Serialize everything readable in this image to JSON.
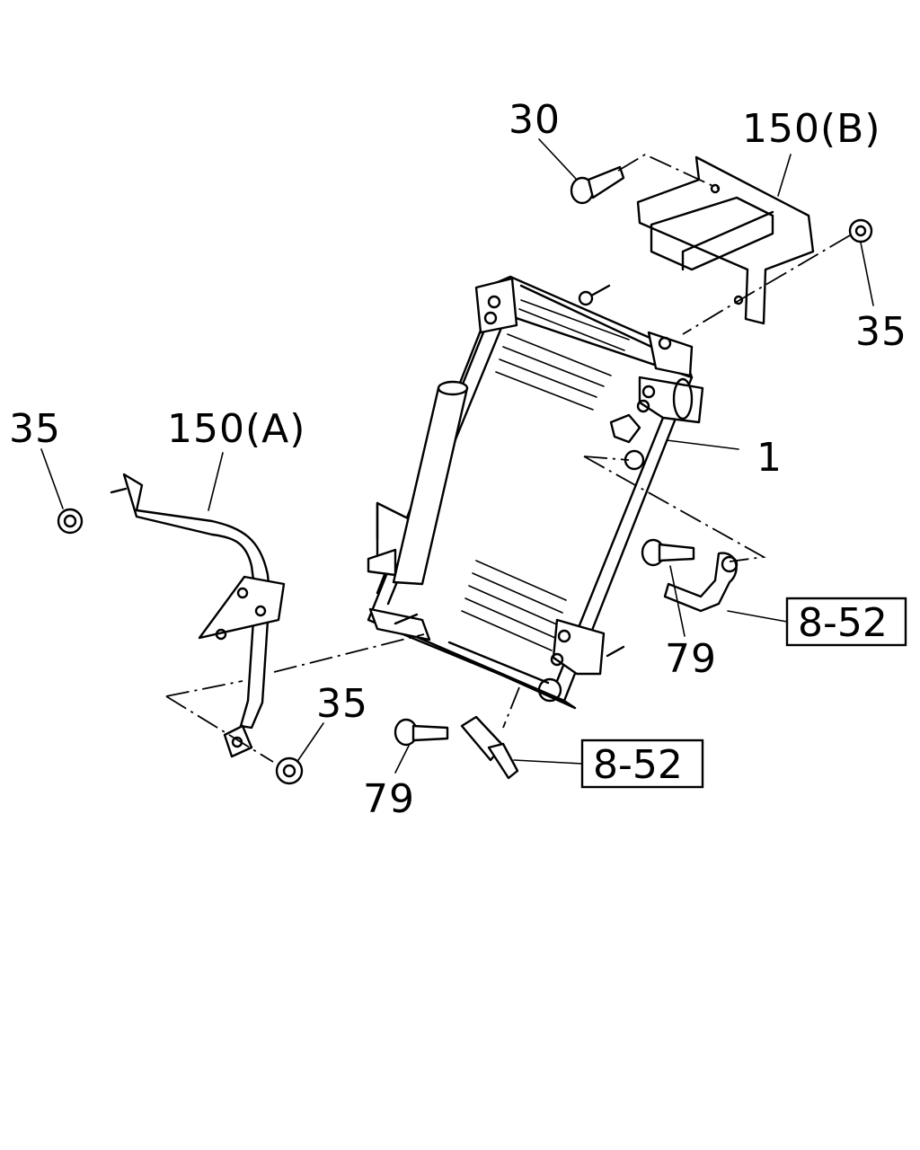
{
  "labels": {
    "l30": "30",
    "l150b": "150(B)",
    "l35_top": "35",
    "l35_left": "35",
    "l150a": "150(A)",
    "l1": "1",
    "l79_right": "79",
    "l35_bottom": "35",
    "l79_bottom": "79"
  },
  "refs": {
    "ref_right": "8-52",
    "ref_bottom": "8-52"
  }
}
